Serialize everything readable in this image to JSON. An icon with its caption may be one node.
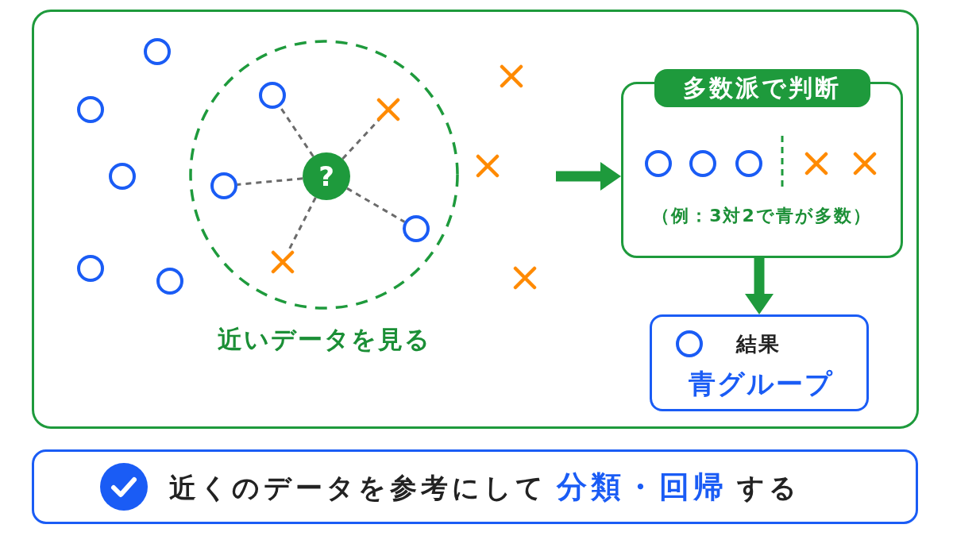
{
  "diagram": {
    "nodes": [
      {
        "text": [],
        "shape": "box"
      },
      {
        "text": [],
        "shape": "circle",
        "in": 0
      },
      {
        "text": [],
        "shape": "circle",
        "in": 0
      },
      {
        "text": [],
        "shape": "circle",
        "in": 0
      },
      {
        "text": [],
        "shape": "circle",
        "in": 0
      },
      {
        "text": [],
        "shape": "circle",
        "in": 0
      },
      {
        "text": [
          "近いデータを見る"
        ],
        "in": 0
      },
      {
        "text": [],
        "shape": "circle",
        "in": 6
      },
      {
        "text": [],
        "shape": "cross",
        "in": 6
      },
      {
        "text": [
          "?"
        ],
        "in": 6
      },
      {
        "text": [],
        "shape": "circle",
        "in": 6
      },
      {
        "text": [],
        "shape": "circle",
        "in": 6
      },
      {
        "text": [],
        "shape": "cross",
        "in": 6
      },
      {
        "text": [],
        "shape": "cross",
        "in": 0
      },
      {
        "text": [],
        "shape": "cross",
        "in": 0
      },
      {
        "text": [],
        "shape": "cross",
        "in": 0
      },
      {
        "text": [
          "多数派で判断",
          "（例：3対2で青が多数）"
        ],
        "in": 0
      },
      {
        "text": [],
        "shape": "circle",
        "in": 16
      },
      {
        "text": [],
        "shape": "circle",
        "in": 16
      },
      {
        "text": [],
        "shape": "circle",
        "in": 16
      },
      {
        "text": [],
        "shape": "cross",
        "in": 16
      },
      {
        "text": [],
        "shape": "cross",
        "in": 16
      },
      {
        "text": [
          "結果",
          "青グループ"
        ],
        "in": 0
      },
      {
        "text": [],
        "shape": "circle",
        "in": 22
      },
      {
        "text": [
          "近くのデータを参考にして**分類・回帰**する"
        ]
      }
    ],
    "edges": [
      {
        "from": 9,
        "to": 7,
        "arrow": "none",
        "style": "dashed"
      },
      {
        "from": 9,
        "to": 8,
        "arrow": "none",
        "style": "dashed"
      },
      {
        "from": 9,
        "to": 10,
        "arrow": "none",
        "style": "dashed"
      },
      {
        "from": 9,
        "to": 11,
        "arrow": "none",
        "style": "dashed"
      },
      {
        "from": 9,
        "to": 12,
        "arrow": "none",
        "style": "dashed"
      },
      {
        "from": null,
        "to": 16,
        "arrow": "to",
        "style": "thick",
        "color": "#1e9a3c"
      },
      {
        "from": 16,
        "to": 22,
        "arrow": "to",
        "style": "thick",
        "color": "#1e9a3c"
      }
    ]
  }
}
